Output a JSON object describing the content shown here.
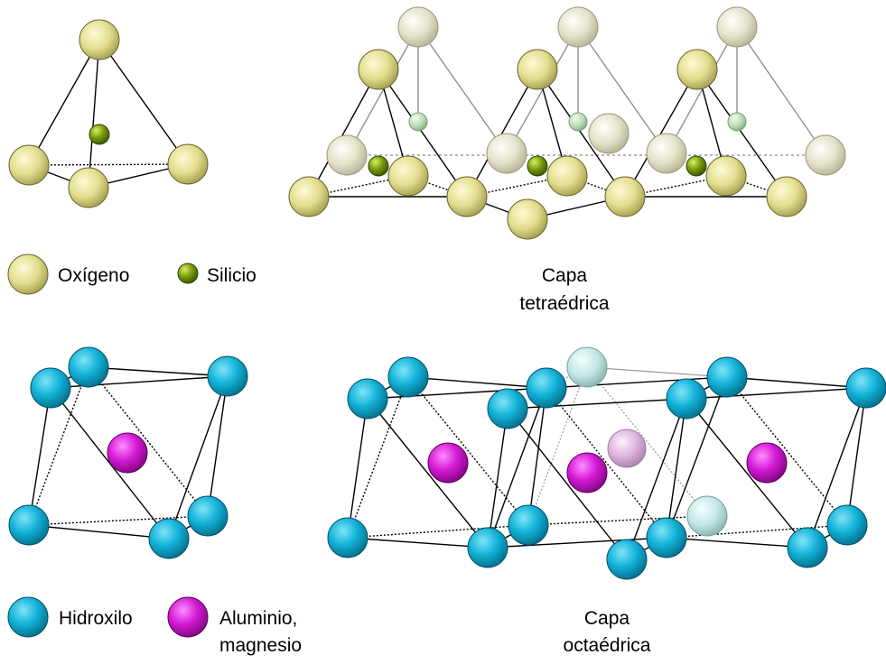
{
  "tetrahedral": {
    "legend": {
      "oxygen": "Oxígeno",
      "silicon": "Silicio"
    },
    "caption": {
      "line1": "Capa",
      "line2": "tetraédrica"
    }
  },
  "octahedral": {
    "legend": {
      "hydroxyl": "Hidroxilo",
      "metal_line1": "Aluminio,",
      "metal_line2": "magnesio"
    },
    "caption": {
      "line1": "Capa",
      "line2": "octaédrica"
    }
  },
  "colors": {
    "oxygen": "#e8e49a",
    "silicon": "#8aa80c",
    "hydroxyl": "#11b3d8",
    "metal": "#d81ed8"
  }
}
